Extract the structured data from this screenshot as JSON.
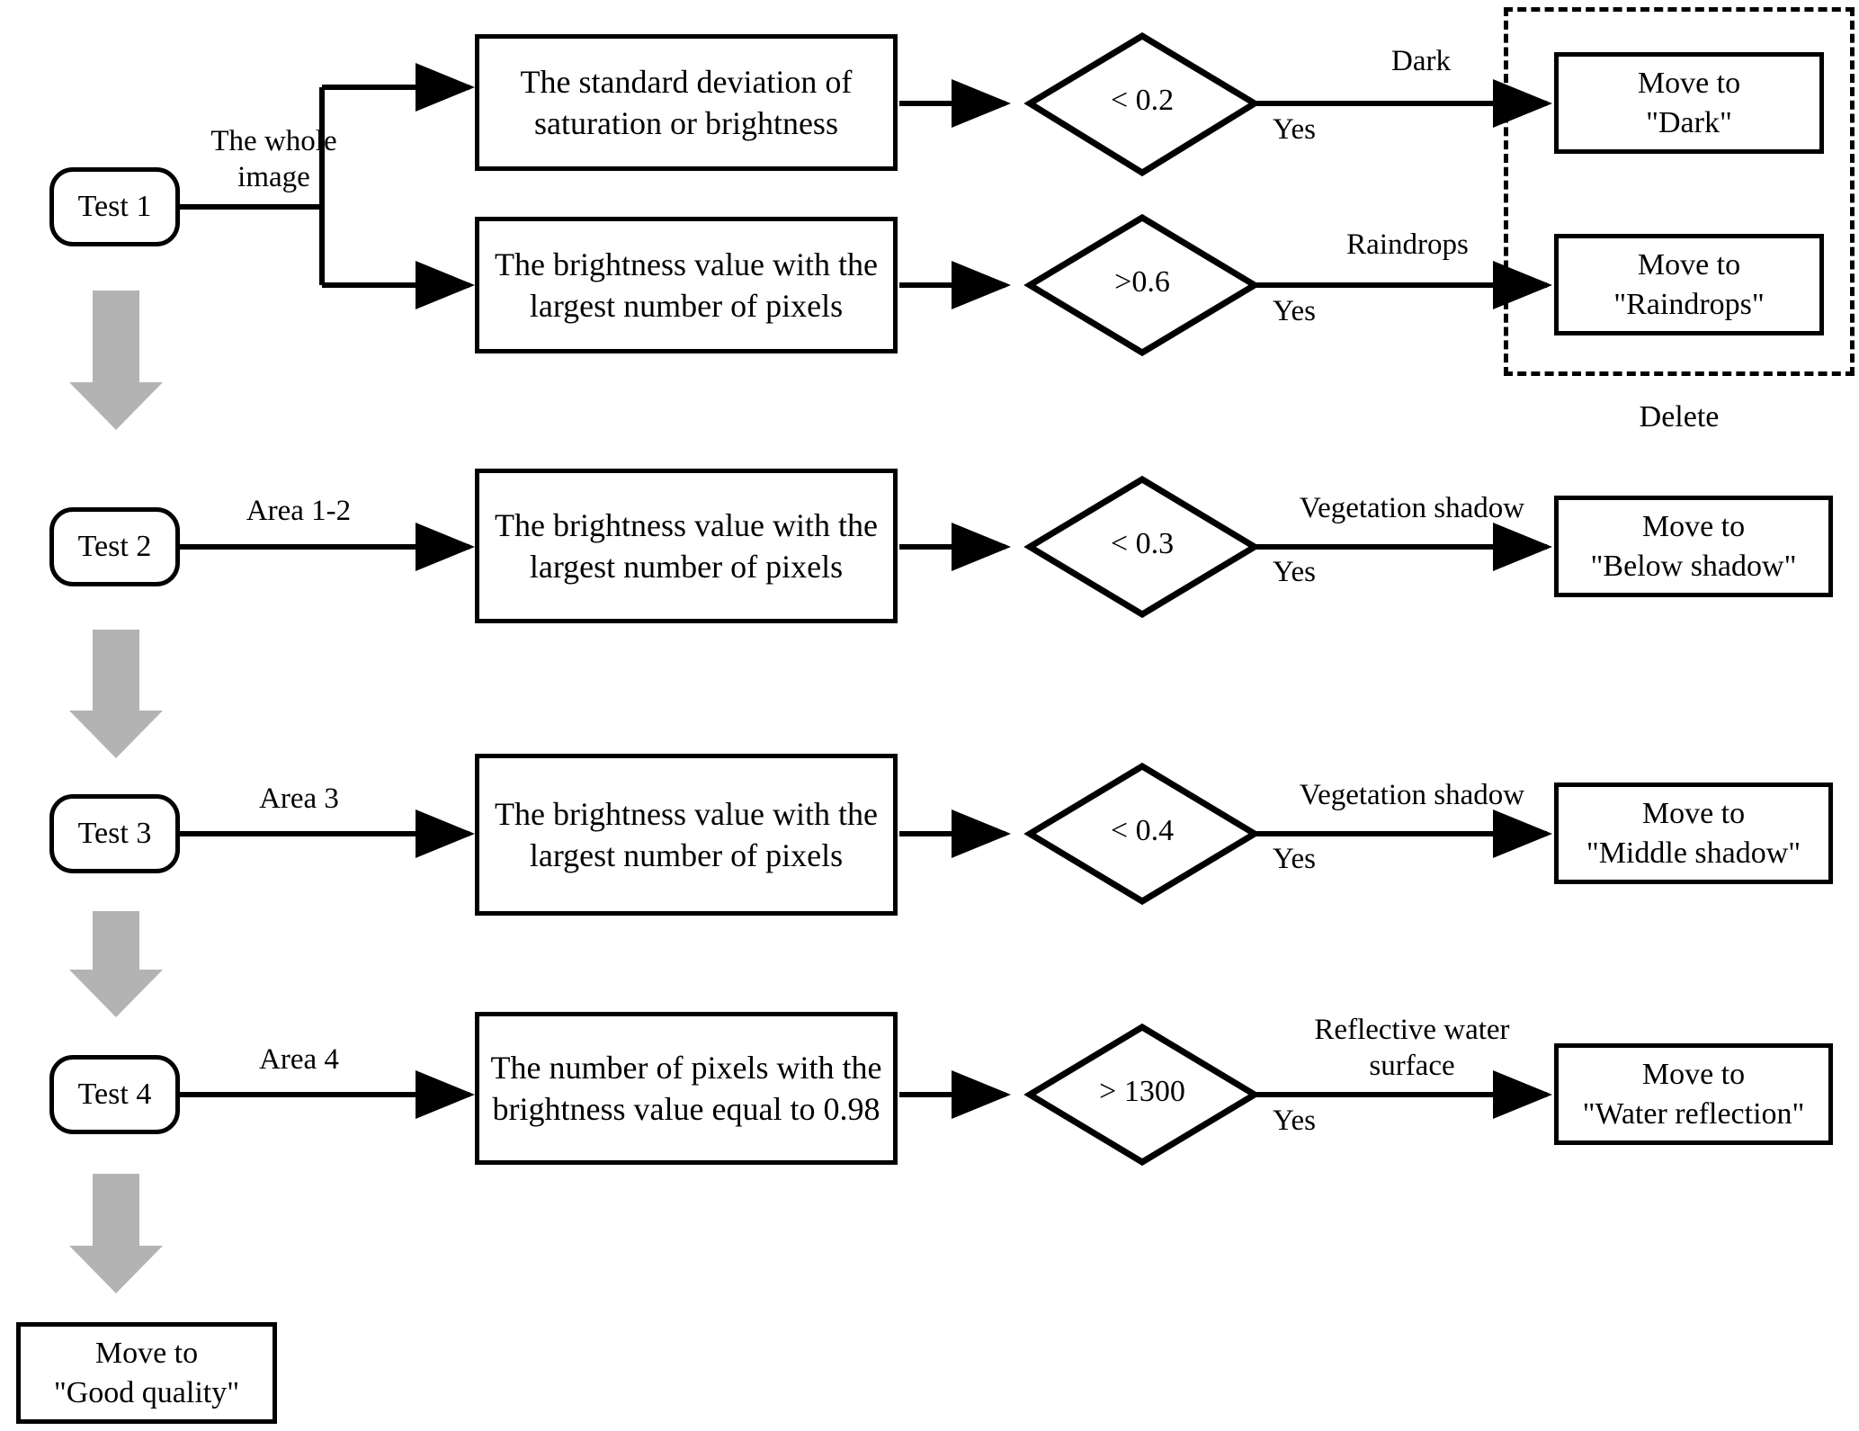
{
  "figure": {
    "type": "flowchart",
    "title": "Image quality test decision flow"
  },
  "tests": [
    {
      "id": "test1",
      "label": "Test 1",
      "edge_label": "The whole\nimage",
      "branches": [
        {
          "metric": "The standard deviation of\nsaturation or brightness",
          "condition": "< 0.2",
          "outcome": "Dark",
          "yes": "Yes",
          "action": "Move to\n\"Dark\""
        },
        {
          "metric": "The brightness value with the\nlargest number of pixels",
          "condition": ">0.6",
          "outcome": "Raindrops",
          "yes": "Yes",
          "action": "Move to\n\"Raindrops\""
        }
      ]
    },
    {
      "id": "test2",
      "label": "Test 2",
      "edge_label": "Area 1-2",
      "branches": [
        {
          "metric": "The brightness value with the\nlargest number of pixels",
          "condition": "< 0.3",
          "outcome": "Vegetation shadow",
          "yes": "Yes",
          "action": "Move to\n\"Below shadow\""
        }
      ]
    },
    {
      "id": "test3",
      "label": "Test 3",
      "edge_label": "Area 3",
      "branches": [
        {
          "metric": "The brightness value with the\nlargest number of pixels",
          "condition": "< 0.4",
          "outcome": "Vegetation shadow",
          "yes": "Yes",
          "action": "Move to\n\"Middle shadow\""
        }
      ]
    },
    {
      "id": "test4",
      "label": "Test 4",
      "edge_label": "Area 4",
      "branches": [
        {
          "metric": "The number of pixels with the\nbrightness value equal to 0.98",
          "condition": "> 1300",
          "outcome": "Reflective water\nsurface",
          "yes": "Yes",
          "action": "Move to\n\"Water reflection\""
        }
      ]
    }
  ],
  "delete_group": {
    "caption": "Delete"
  },
  "final": {
    "action": "Move to\n\"Good quality\""
  },
  "colors": {
    "stroke": "#000000",
    "fill": "#ffffff",
    "flow_arrow": "#b3b3b3"
  }
}
